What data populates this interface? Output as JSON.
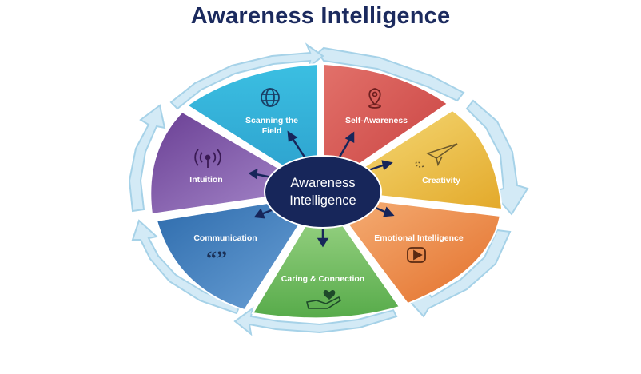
{
  "title": "Awareness Intelligence",
  "hub": {
    "line1": "Awareness",
    "line2": "Intelligence"
  },
  "segments": [
    {
      "id": "scanning",
      "line1": "Scanning the",
      "line2": "Field",
      "icon": "globe-icon",
      "color": "#2fb0d6"
    },
    {
      "id": "self-awareness",
      "line1": "Self-Awareness",
      "icon": "location-pin-icon",
      "color": "#d6584f"
    },
    {
      "id": "creativity",
      "line1": "Creativity",
      "icon": "paper-plane-icon",
      "color": "#e8b83a"
    },
    {
      "id": "emotional",
      "line1": "Emotional Intelligence",
      "icon": "play-button-icon",
      "color": "#ec8a3e"
    },
    {
      "id": "caring",
      "line1": "Caring & Connection",
      "icon": "heart-hand-icon",
      "color": "#6fbf5e"
    },
    {
      "id": "communication",
      "line1": "Communication",
      "icon": "quote-marks-icon",
      "color": "#3579b8"
    },
    {
      "id": "intuition",
      "line1": "Intuition",
      "icon": "broadcast-icon",
      "color": "#7c57a6"
    }
  ],
  "colors": {
    "ring": "#cfe8f5",
    "ring_stroke": "#a9d4ea",
    "hub": "#17265a",
    "title": "#1b2a5e"
  }
}
